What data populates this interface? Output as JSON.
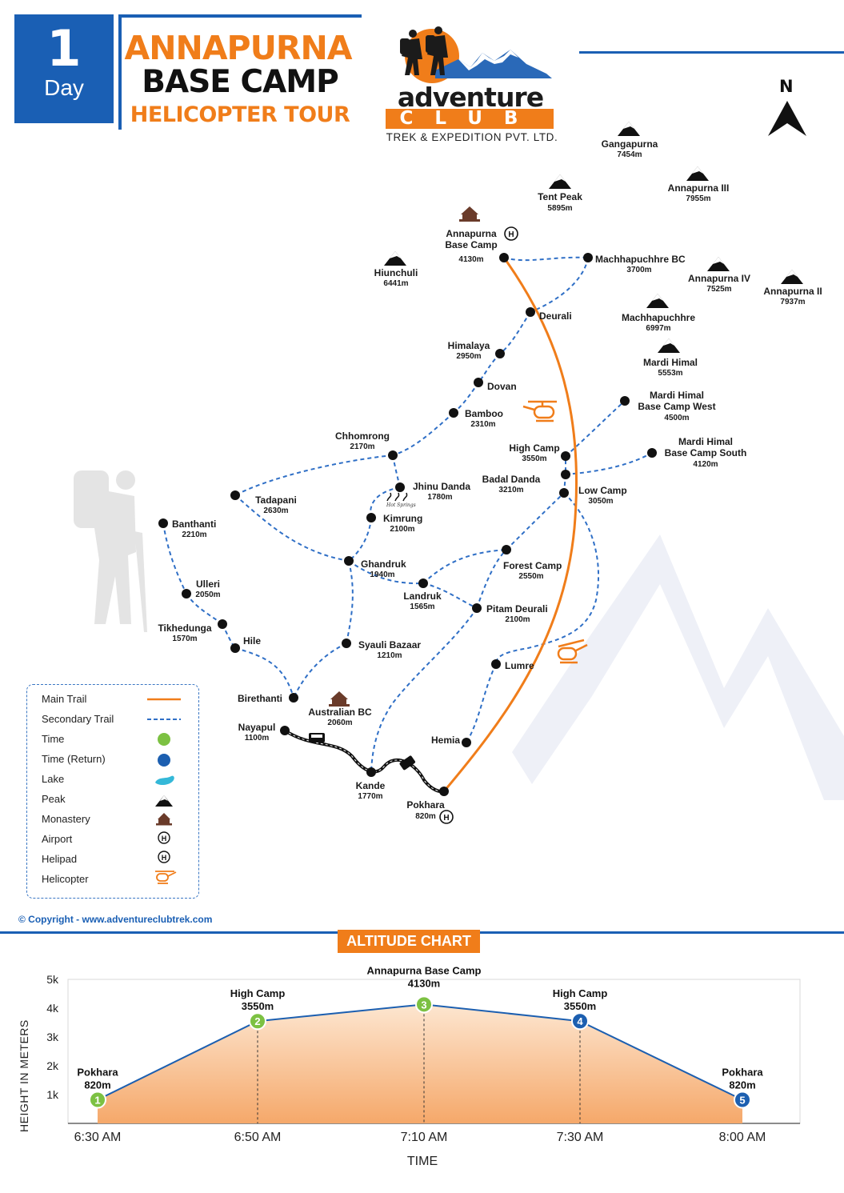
{
  "header": {
    "day_number": "1",
    "day_label": "Day",
    "title_line1": "ANNAPURNA",
    "title_line2": "BASE CAMP",
    "title_line3": "HELICOPTER TOUR",
    "brand_name": "adventure",
    "brand_club": "CLUB",
    "brand_tagline": "TREK & EXPEDITION PVT. LTD.",
    "north": "N"
  },
  "peaks": [
    {
      "name": "Gangapurna",
      "alt": "7454m"
    },
    {
      "name": "Tent Peak",
      "alt": "5895m"
    },
    {
      "name": "Annapurna III",
      "alt": "7955m"
    },
    {
      "name": "Hiunchuli",
      "alt": "6441m"
    },
    {
      "name": "Annapurna IV",
      "alt": "7525m"
    },
    {
      "name": "Annapurna II",
      "alt": "7937m"
    },
    {
      "name": "Machhapuchhre",
      "alt": "6997m"
    },
    {
      "name": "Mardi Himal",
      "alt": "5553m"
    }
  ],
  "places": [
    {
      "name": "Annapurna\nBase Camp",
      "alt": "4130m"
    },
    {
      "name": "Machhapuchhre BC",
      "alt": "3700m"
    },
    {
      "name": "Deurali",
      "alt": ""
    },
    {
      "name": "Himalaya",
      "alt": "2950m"
    },
    {
      "name": "Dovan",
      "alt": ""
    },
    {
      "name": "Bamboo",
      "alt": "2310m"
    },
    {
      "name": "Chhomrong",
      "alt": "2170m"
    },
    {
      "name": "Jhinu Danda",
      "alt": "1780m"
    },
    {
      "name": "Tadapani",
      "alt": "2630m"
    },
    {
      "name": "Kimrung",
      "alt": "2100m"
    },
    {
      "name": "Banthanti",
      "alt": "2210m"
    },
    {
      "name": "Ulleri",
      "alt": "2050m"
    },
    {
      "name": "Tikhedunga",
      "alt": "1570m"
    },
    {
      "name": "Hile",
      "alt": ""
    },
    {
      "name": "Ghandruk",
      "alt": "1940m"
    },
    {
      "name": "Landruk",
      "alt": "1565m"
    },
    {
      "name": "Syauli Bazaar",
      "alt": "1210m"
    },
    {
      "name": "Birethanti",
      "alt": ""
    },
    {
      "name": "Australian BC",
      "alt": "2060m"
    },
    {
      "name": "Nayapul",
      "alt": "1100m"
    },
    {
      "name": "Kande",
      "alt": "1770m"
    },
    {
      "name": "Pokhara",
      "alt": "820m"
    },
    {
      "name": "Hemia",
      "alt": ""
    },
    {
      "name": "Lumre",
      "alt": ""
    },
    {
      "name": "Pitam Deurali",
      "alt": "2100m"
    },
    {
      "name": "Forest Camp",
      "alt": "2550m"
    },
    {
      "name": "Low Camp",
      "alt": "3050m"
    },
    {
      "name": "Badal Danda",
      "alt": "3210m"
    },
    {
      "name": "High Camp",
      "alt": "3550m"
    },
    {
      "name": "Mardi Himal\nBase Camp West",
      "alt": "4500m"
    },
    {
      "name": "Mardi Himal\nBase Camp South",
      "alt": "4120m"
    }
  ],
  "hot_springs": "Hot Springs",
  "legend": [
    {
      "label": "Main Trail",
      "symbol": "solid-orange-line"
    },
    {
      "label": "Secondary Trail",
      "symbol": "dashed-blue-line"
    },
    {
      "label": "Time",
      "symbol": "green-circle"
    },
    {
      "label": "Time (Return)",
      "symbol": "blue-circle"
    },
    {
      "label": "Lake",
      "symbol": "lake-icon"
    },
    {
      "label": "Peak",
      "symbol": "peak-icon"
    },
    {
      "label": "Monastery",
      "symbol": "monastery-icon"
    },
    {
      "label": "Airport",
      "symbol": "airport-icon"
    },
    {
      "label": "Helipad",
      "symbol": "helipad-icon"
    },
    {
      "label": "Helicopter",
      "symbol": "helicopter-icon"
    }
  ],
  "copyright": "© Copyright - www.adventureclubtrek.com",
  "colors": {
    "brand_blue": "#1a5fb4",
    "brand_orange": "#f07d1a",
    "trail_blue": "#2f6fc6",
    "time_green": "#7cc142",
    "time_return_blue": "#1c5fb0"
  },
  "chart_data": {
    "type": "area",
    "title": "ALTITUDE CHART",
    "xlabel": "TIME",
    "ylabel": "HEIGHT IN METERS",
    "y_ticks": [
      "5k",
      "4k",
      "3k",
      "2k",
      "1k"
    ],
    "ylim": [
      0,
      5000
    ],
    "x": [
      "6:30 AM",
      "6:50 AM",
      "7:10 AM",
      "7:30 AM",
      "8:00 AM"
    ],
    "points": [
      {
        "name": "Pokhara",
        "alt_label": "820m",
        "y": 820,
        "marker": "1",
        "kind": "time"
      },
      {
        "name": "High Camp",
        "alt_label": "3550m",
        "y": 3550,
        "marker": "2",
        "kind": "time"
      },
      {
        "name": "Annapurna Base Camp",
        "alt_label": "4130m",
        "y": 4130,
        "marker": "3",
        "kind": "time"
      },
      {
        "name": "High Camp",
        "alt_label": "3550m",
        "y": 3550,
        "marker": "4",
        "kind": "return"
      },
      {
        "name": "Pokhara",
        "alt_label": "820m",
        "y": 820,
        "marker": "5",
        "kind": "return"
      }
    ]
  }
}
